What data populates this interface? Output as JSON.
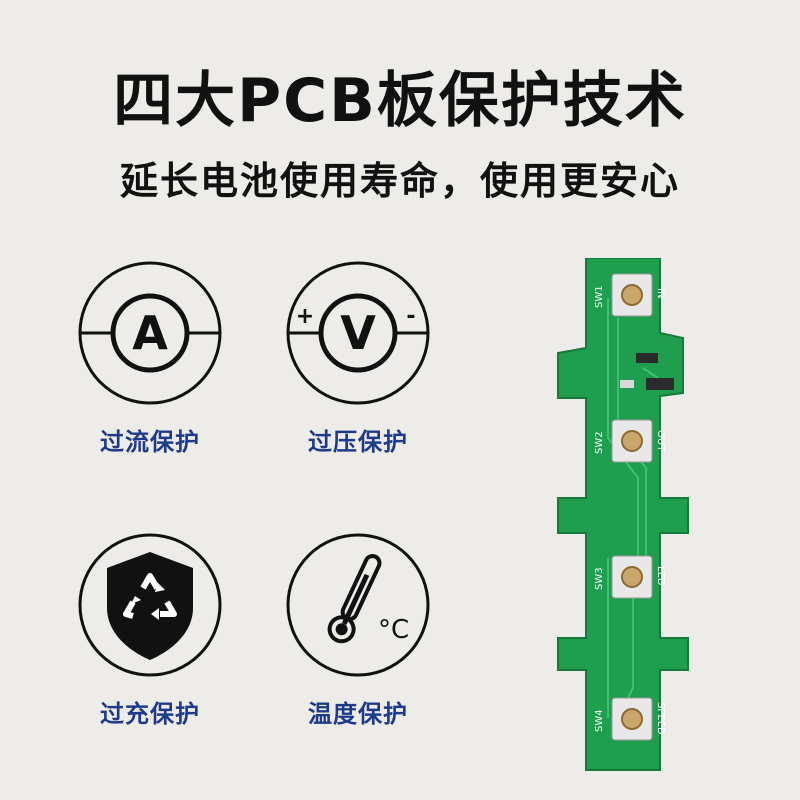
{
  "title": "四大PCB板保护技术",
  "subtitle": "延长电池使用寿命，使用更安心",
  "features": [
    {
      "label": "过流保护",
      "icon": "ammeter-icon",
      "glyph": "A"
    },
    {
      "label": "过压保护",
      "icon": "voltmeter-icon",
      "glyph": "V",
      "plus": "+",
      "minus": "-"
    },
    {
      "label": "过充保护",
      "icon": "recycle-shield-icon"
    },
    {
      "label": "温度保护",
      "icon": "thermometer-icon",
      "unit": "°C"
    }
  ],
  "pcb": {
    "switches": [
      "SW1",
      "SW2",
      "SW3",
      "SW4"
    ],
    "pads": [
      "IN",
      "OUT",
      "LED",
      "SPEED"
    ]
  },
  "colors": {
    "accent": "#1e3a8a",
    "pcb_green": "#1f9e4f",
    "text": "#111111",
    "background": "#eeece8"
  }
}
